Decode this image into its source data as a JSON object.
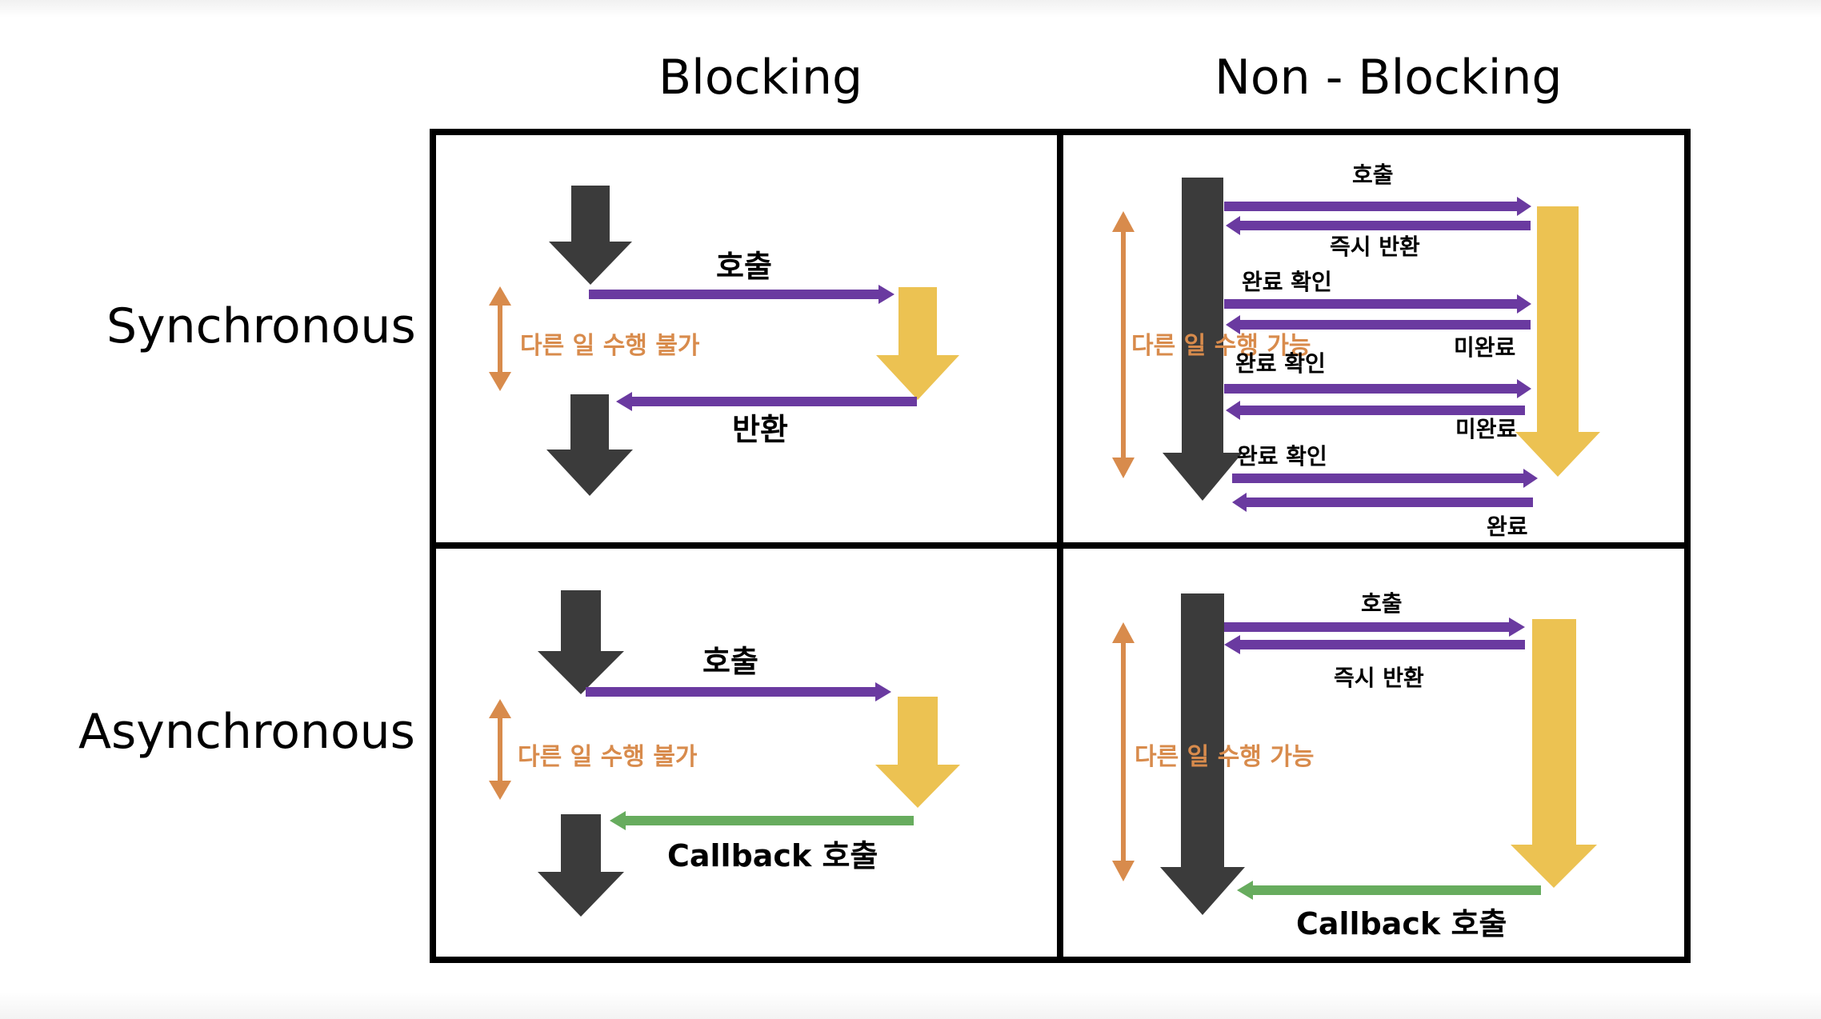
{
  "columns": {
    "blocking": "Blocking",
    "non_blocking": "Non - Blocking"
  },
  "rows": {
    "sync": "Synchronous",
    "async": "Asynchronous"
  },
  "labels": {
    "call": "호출",
    "return": "반환",
    "immediate_return": "즉시 반환",
    "check_done": "완료 확인",
    "not_done": "미완료",
    "done": "완료",
    "cannot_work": "다른 일 수행 불가",
    "can_work": "다른 일 수행 가능",
    "callback_call": "Callback 호출"
  },
  "colors": {
    "caller": "#3b3b3b",
    "callee": "#ecc252",
    "call_arrow": "#6a3aa0",
    "callback_arrow": "#67ac5e",
    "span_arrow": "#d88b4c",
    "grid": "#000000"
  }
}
